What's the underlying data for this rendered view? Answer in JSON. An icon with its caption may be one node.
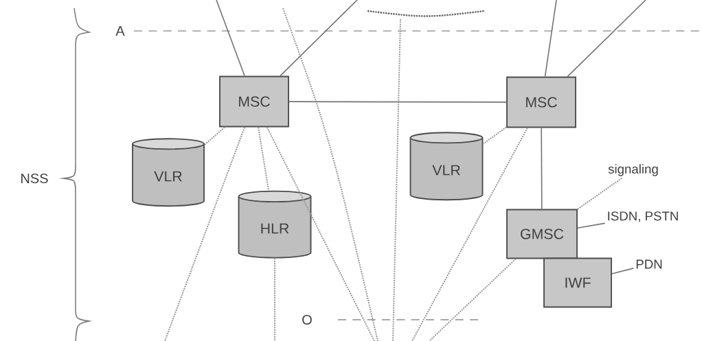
{
  "diagram": {
    "nodes": [
      {
        "text": [
          "MSC"
        ]
      },
      {
        "text": [
          "MSC"
        ]
      },
      {
        "text": [
          "VLR"
        ]
      },
      {
        "text": [
          "VLR"
        ]
      },
      {
        "text": [
          "signaling"
        ]
      },
      {
        "text": [
          "HLR"
        ]
      },
      {
        "text": [
          "GMSC"
        ]
      },
      {
        "text": [
          "ISDN, PSTN"
        ]
      },
      {
        "text": [
          "IWF"
        ]
      },
      {
        "text": [
          "PDN"
        ]
      }
    ],
    "edges": [
      {
        "from": 0,
        "to": 1,
        "arrow": "none"
      },
      {
        "from": 0,
        "to": 2,
        "arrow": "none",
        "style": "dashed"
      },
      {
        "from": 0,
        "to": 5,
        "arrow": "none",
        "style": "dashed"
      },
      {
        "from": 1,
        "to": 3,
        "arrow": "none",
        "style": "dashed"
      },
      {
        "from": 1,
        "to": 6,
        "arrow": "none"
      },
      {
        "from": 6,
        "to": 4,
        "arrow": "none",
        "style": "dashed"
      },
      {
        "from": 6,
        "to": 7,
        "arrow": "none"
      },
      {
        "from": 8,
        "to": 9,
        "arrow": "none"
      },
      {
        "from": 0,
        "to": null,
        "arrow": "none"
      },
      {
        "from": 0,
        "to": null,
        "arrow": "none"
      },
      {
        "from": 1,
        "to": null,
        "arrow": "none"
      },
      {
        "from": 1,
        "to": null,
        "arrow": "none"
      },
      {
        "from": 0,
        "to": null,
        "arrow": "none",
        "style": "dashed"
      },
      {
        "from": 0,
        "to": null,
        "arrow": "none",
        "style": "dashed"
      },
      {
        "from": 5,
        "to": null,
        "arrow": "none",
        "style": "dashed"
      },
      {
        "from": 1,
        "to": null,
        "arrow": "none",
        "style": "dashed"
      },
      {
        "from": 6,
        "to": null,
        "arrow": "none",
        "style": "dashed"
      }
    ],
    "labels": [
      "A",
      "NSS",
      "O"
    ]
  }
}
